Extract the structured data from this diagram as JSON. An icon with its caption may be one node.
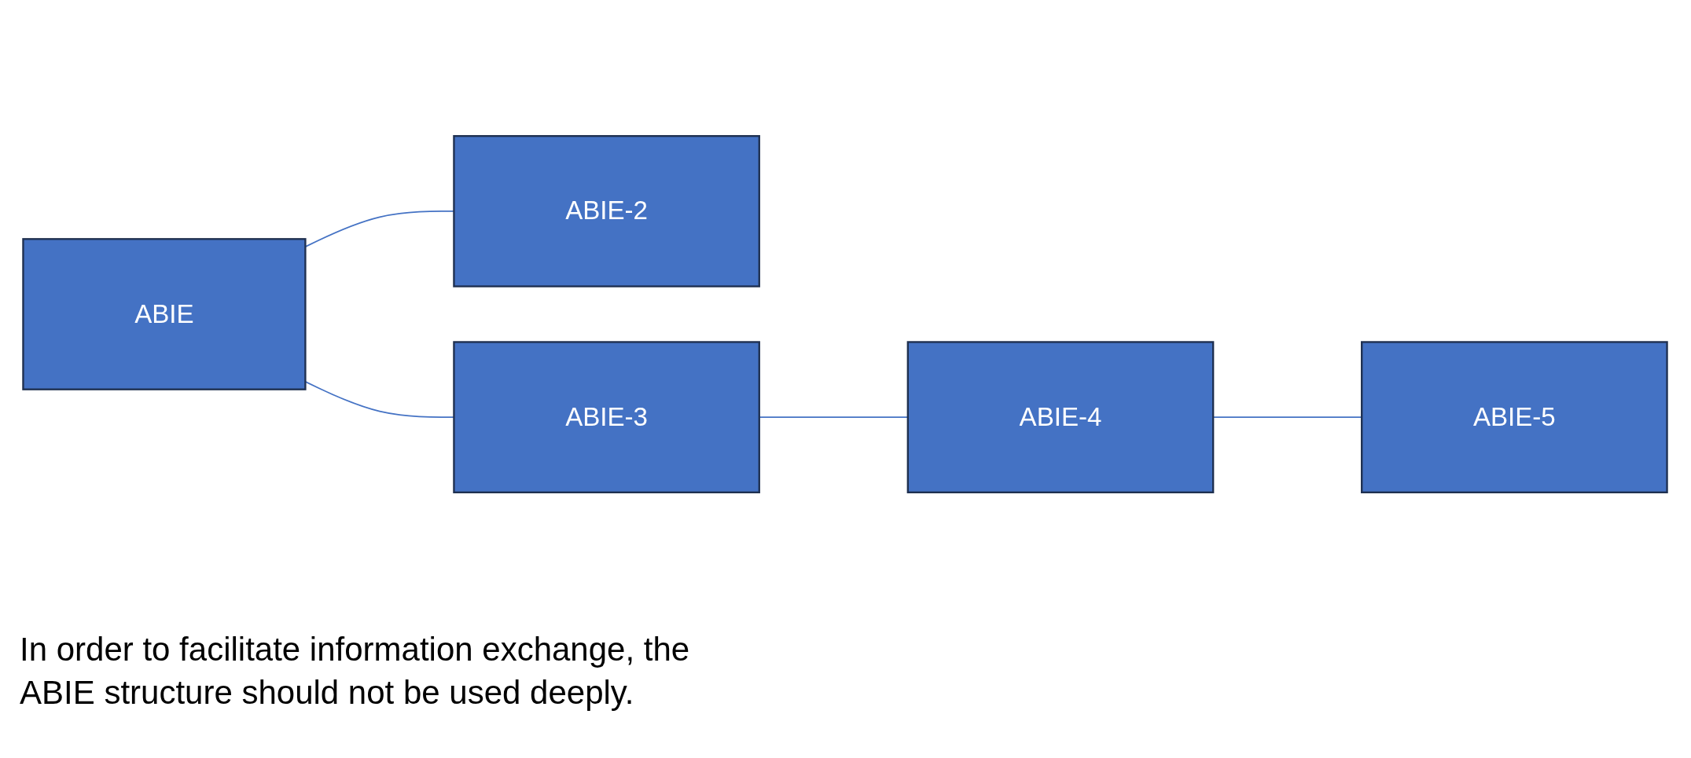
{
  "diagram": {
    "nodes": [
      {
        "text": [
          "ABIE"
        ]
      },
      {
        "text": [
          "ABIE-2"
        ]
      },
      {
        "text": [
          "ABIE-3"
        ]
      },
      {
        "text": [
          "ABIE-4"
        ]
      },
      {
        "text": [
          "ABIE-5"
        ]
      }
    ],
    "edges": [
      {
        "from": 0,
        "to": 1,
        "arrow": "none"
      },
      {
        "from": 0,
        "to": 2,
        "arrow": "none"
      },
      {
        "from": 2,
        "to": 3,
        "arrow": "none"
      },
      {
        "from": 3,
        "to": 4,
        "arrow": "none"
      }
    ],
    "labels": [
      "In order to facilitate information exchange, the ABIE structure should not be used deeply."
    ]
  }
}
